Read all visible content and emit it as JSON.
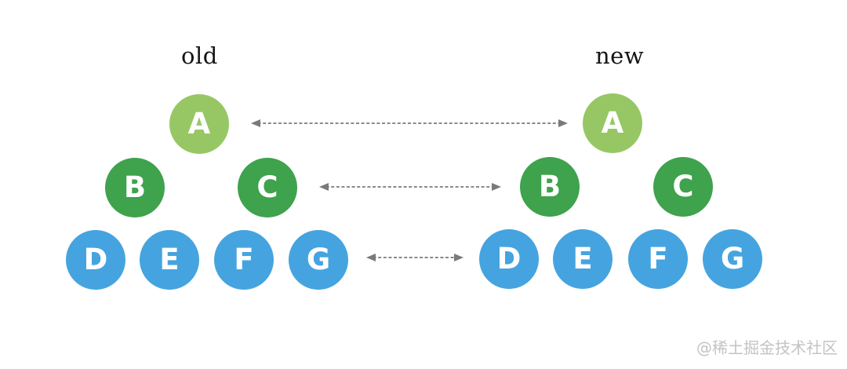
{
  "diagram": {
    "trees": [
      {
        "id": "old",
        "label": "old",
        "nodes": [
          {
            "label": "A",
            "level": 1
          },
          {
            "label": "B",
            "level": 2
          },
          {
            "label": "C",
            "level": 2
          },
          {
            "label": "D",
            "level": 3
          },
          {
            "label": "E",
            "level": 3
          },
          {
            "label": "F",
            "level": 3
          },
          {
            "label": "G",
            "level": 3
          }
        ]
      },
      {
        "id": "new",
        "label": "new",
        "nodes": [
          {
            "label": "A",
            "level": 1
          },
          {
            "label": "B",
            "level": 2
          },
          {
            "label": "C",
            "level": 2
          },
          {
            "label": "D",
            "level": 3
          },
          {
            "label": "E",
            "level": 3
          },
          {
            "label": "F",
            "level": 3
          },
          {
            "label": "G",
            "level": 3
          }
        ]
      }
    ],
    "arrows": [
      {
        "level": 1,
        "connects": "old A ↔ new A",
        "style": "dashed double-headed"
      },
      {
        "level": 2,
        "connects": "old C ↔ new B",
        "style": "dashed double-headed"
      },
      {
        "level": 3,
        "connects": "old G ↔ new D",
        "style": "dashed double-headed"
      }
    ],
    "watermark": "@稀土掘金技术社区",
    "colors": {
      "level1": "#97c765",
      "level2": "#3fa24d",
      "level3": "#45a4e0",
      "arrow": "#7a7a7a",
      "label": "#151515",
      "watermark": "#c3c3c3"
    }
  }
}
